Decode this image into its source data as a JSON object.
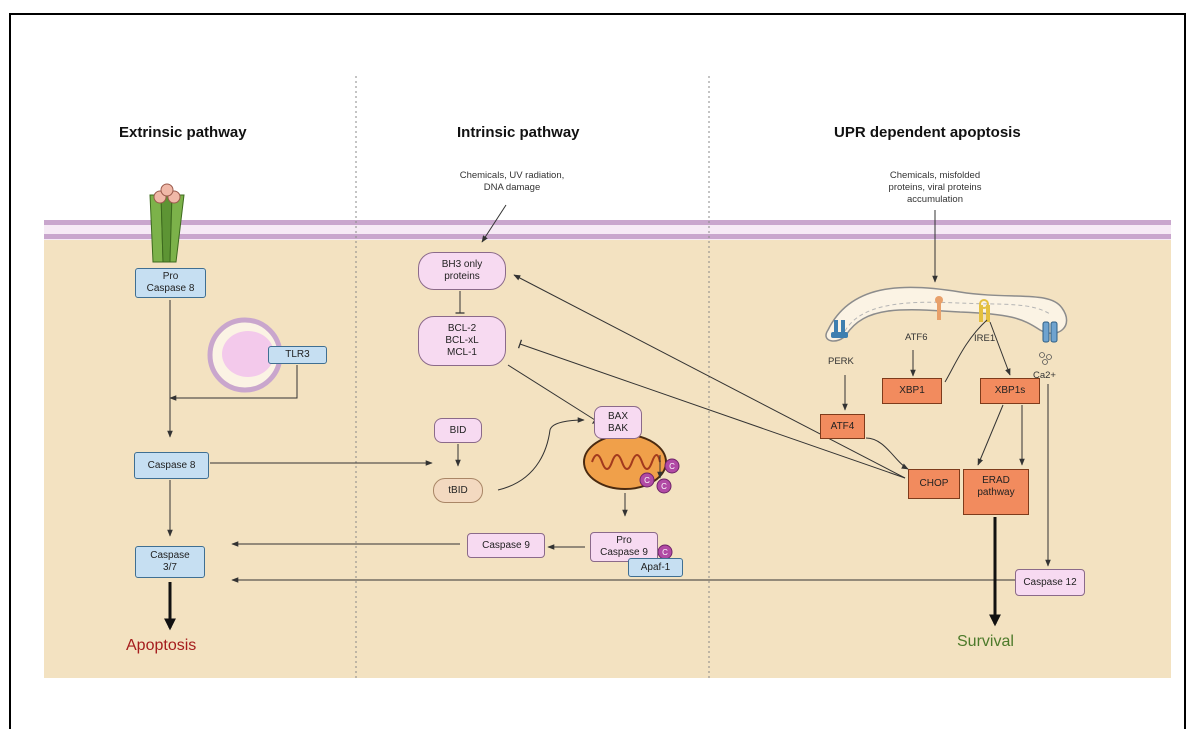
{
  "colors": {
    "cytoplasm": "#f3e2c1",
    "membrane": "#c9a6cd",
    "apoptosis_text": "#a51d1d",
    "survival_text": "#4c7a2a",
    "blue_node": "#c6dff2",
    "pink_node": "#f7daf1",
    "orange_node": "#f28b5e"
  },
  "sections": {
    "extrinsic": {
      "title": "Extrinsic pathway"
    },
    "intrinsic": {
      "title": "Intrinsic pathway",
      "stimulus": "Chemicals, UV radiation,\nDNA damage"
    },
    "upr": {
      "title": "UPR dependent apoptosis",
      "stimulus": "Chemicals, misfolded\nproteins, viral proteins\naccumulation"
    }
  },
  "nodes": {
    "pro_caspase8": "Pro\nCaspase 8",
    "tlr3": "TLR3",
    "caspase8": "Caspase 8",
    "caspase37": "Caspase\n3/7",
    "bh3": "BH3 only\nproteins",
    "bcl": "BCL-2\nBCL-xL\nMCL-1",
    "bid": "BID",
    "tbid": "tBID",
    "bax_bak": "BAX\nBAK",
    "caspase9": "Caspase 9",
    "pro_caspase9": "Pro\nCaspase 9",
    "apaf1": "Apaf-1",
    "cyt_c": "C",
    "perk": "PERK",
    "atf6": "ATF6",
    "ire1": "IRE1",
    "ca2": "Ca2+",
    "xbp1": "XBP1",
    "xbp1s": "XBP1s",
    "atf4": "ATF4",
    "chop": "CHOP",
    "erad": "ERAD\npathway",
    "caspase12": "Caspase 12"
  },
  "outcomes": {
    "apoptosis": "Apoptosis",
    "survival": "Survival"
  }
}
